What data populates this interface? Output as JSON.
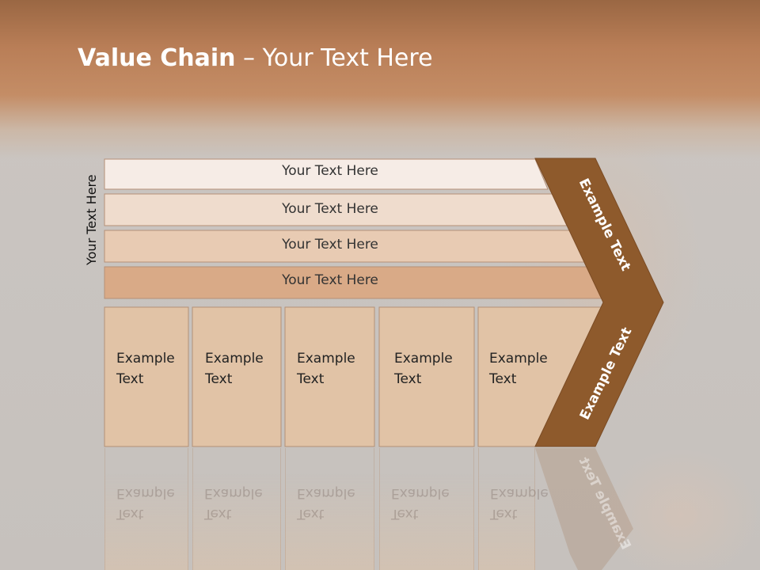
{
  "title": {
    "bold": "Value Chain",
    "rest": " – Your Text Here"
  },
  "side_label": "Your Text Here",
  "bands": [
    "Your Text Here",
    "Your Text Here",
    "Your Text Here",
    "Your Text Here"
  ],
  "cells": [
    {
      "line1": "Example",
      "line2": "Text"
    },
    {
      "line1": "Example",
      "line2": "Text"
    },
    {
      "line1": "Example",
      "line2": "Text"
    },
    {
      "line1": "Example",
      "line2": "Text"
    },
    {
      "line1": "Example",
      "line2": "Text"
    }
  ],
  "chevron": {
    "upper_label": "Example Text",
    "lower_label": "Example Text"
  },
  "colors": {
    "header": "#b97e57",
    "chevron": "#8e5a2c",
    "band1": "#f6ece6",
    "band2": "#efdccd",
    "band3": "#e8cbb3",
    "band4": "#d9aa87",
    "cell": "#e1c3a6"
  }
}
